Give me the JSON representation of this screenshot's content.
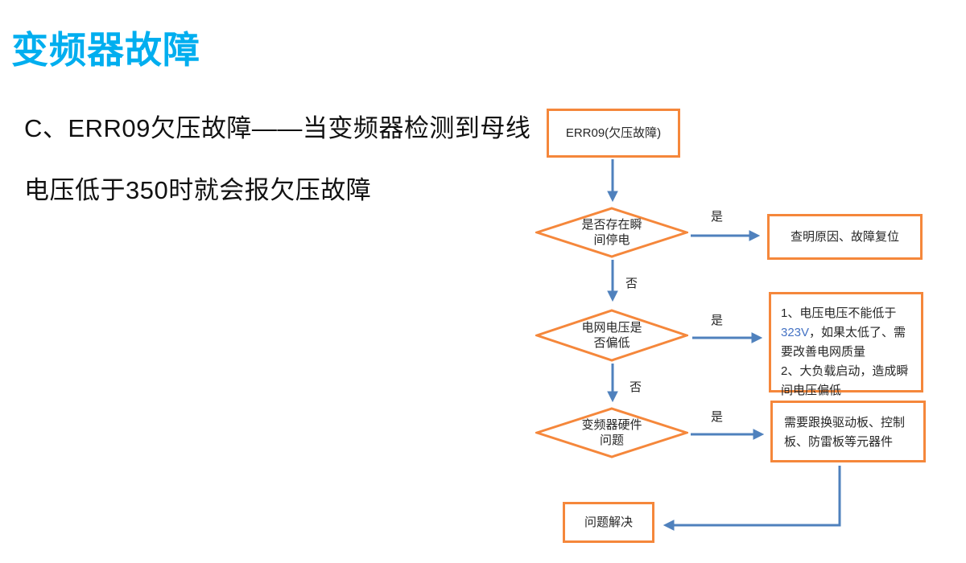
{
  "slide": {
    "title": "变频器故障",
    "body_line1": "C、ERR09欠压故障——当变频器检测到母线",
    "body_line2": "电压低于350时就会报欠压故障"
  },
  "flowchart": {
    "start": {
      "label": "ERR09(欠压故障)"
    },
    "decision1": {
      "line1": "是否存在瞬",
      "line2": "间停电"
    },
    "decision2": {
      "line1": "电网电压是",
      "line2": "否偏低"
    },
    "decision3": {
      "line1": "变频器硬件",
      "line2": "问题"
    },
    "result1": {
      "label": "查明原因、故障复位"
    },
    "result2": {
      "pre": "1、电压电压不能低于",
      "voltage": "323V",
      "post": "，如果太低了、需要改善电网质量",
      "line2": "2、大负载启动，造成瞬间电压偏低"
    },
    "result3": {
      "label": "需要跟换驱动板、控制板、防雷板等元器件"
    },
    "end": {
      "label": "问题解决"
    },
    "yes_label": "是",
    "no_label": "否"
  },
  "colors": {
    "title_color": "#00AEEF",
    "shape_border": "#F5873B",
    "arrow": "#4F81BD",
    "highlight": "#4472C4"
  }
}
